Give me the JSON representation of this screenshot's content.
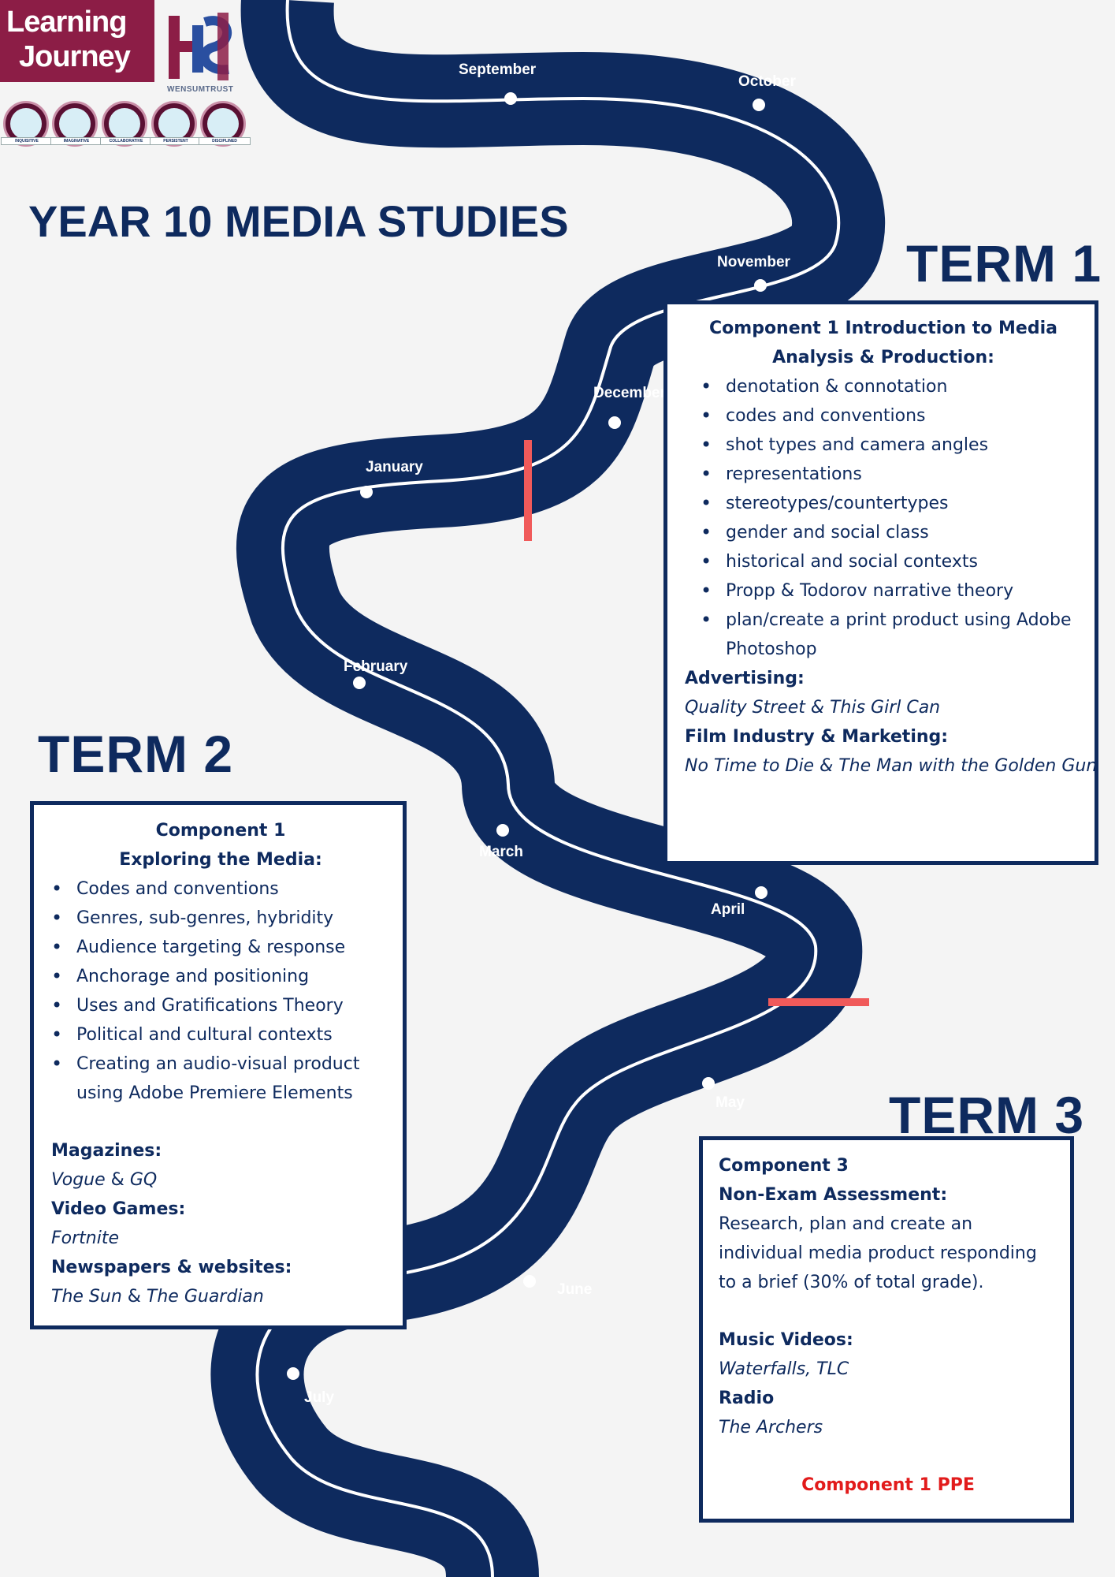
{
  "logo": {
    "line1": "Learning",
    "line2": "Journey",
    "trust": "WENSUMTRUST",
    "badges": [
      "INQUISITIVE",
      "IMAGINATIVE",
      "COLLABORATIVE",
      "PERSISTENT",
      "DISCIPLINED"
    ]
  },
  "title": "YEAR 10 MEDIA STUDIES",
  "terms": [
    "TERM 1",
    "TERM 2",
    "TERM 3"
  ],
  "months": [
    "September",
    "October",
    "November",
    "December",
    "January",
    "February",
    "March",
    "April",
    "May",
    "June",
    "July"
  ],
  "term1": {
    "heading": "Component 1 Introduction to Media Analysis & Production:",
    "bullets": [
      "denotation & connotation",
      "codes and conventions",
      "shot types and camera angles",
      "representations",
      "stereotypes/countertypes",
      "gender and social class",
      "historical and social contexts",
      "Propp & Todorov narrative theory",
      "plan/create a print product using Adobe Photoshop"
    ],
    "advertising_label": "Advertising:",
    "advertising_value": "Quality Street & This Girl Can",
    "film_label": "Film Industry & Marketing:",
    "film_value": "No Time to Die & The Man with the Golden Gun"
  },
  "term2": {
    "heading1": "Component 1",
    "heading2": "Exploring the Media:",
    "bullets": [
      "Codes and conventions",
      "Genres, sub-genres, hybridity",
      "Audience targeting & response",
      "Anchorage and positioning",
      "Uses and Gratifications Theory",
      "Political and cultural contexts",
      "Creating an audio-visual product using Adobe Premiere Elements"
    ],
    "magazines_label": "Magazines:",
    "magazines_a": "Vogue",
    "magazines_amp": " & ",
    "magazines_b": "GQ",
    "games_label": "Video Games:",
    "games_value": "Fortnite",
    "news_label": "Newspapers & websites:",
    "news_a": "The Sun",
    "news_amp": " & ",
    "news_b": "The Guardian"
  },
  "term3": {
    "heading1": "Component 3",
    "heading2": "Non-Exam Assessment:",
    "body": "Research, plan and create an individual media product responding to a brief (30% of total grade).",
    "music_label": "Music Videos:",
    "music_value": "Waterfalls, TLC",
    "radio_label": "Radio",
    "radio_value": "The Archers",
    "ppe": "Component 1 PPE"
  },
  "colors": {
    "road": "#0e2a5e",
    "divider": "#f05a5a",
    "accent": "#8c1d46",
    "ppe": "#e21b1b"
  }
}
